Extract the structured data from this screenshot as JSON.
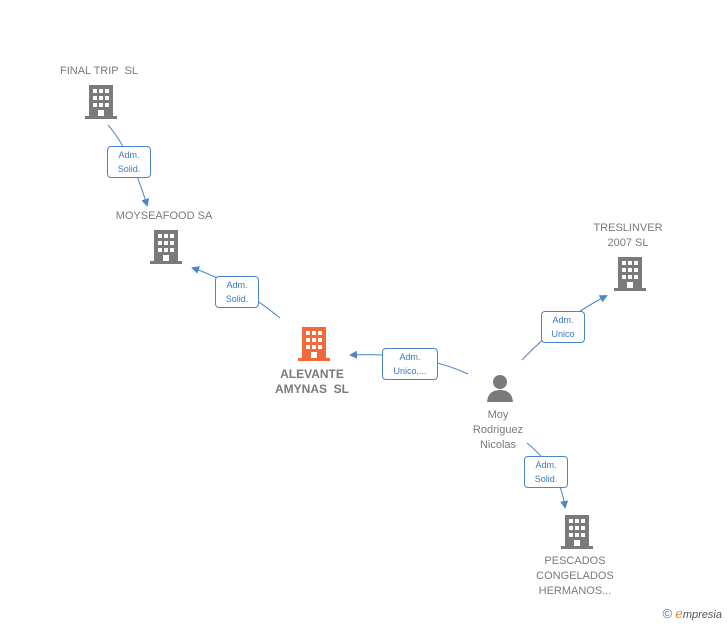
{
  "nodes": {
    "final_trip": {
      "label": "FINAL TRIP  SL",
      "color": "#7a7a7a"
    },
    "moyseafood": {
      "label": "MOYSEAFOOD SA",
      "color": "#7a7a7a"
    },
    "alevante": {
      "label": "ALEVANTE\nAMYNAS  SL",
      "color": "#f26a3a"
    },
    "treslinver": {
      "label": "TRESLINVER\n2007 SL",
      "color": "#7a7a7a"
    },
    "moy": {
      "label": "Moy\nRodriguez\nNicolas",
      "color": "#7a7a7a"
    },
    "pescados": {
      "label": "PESCADOS\nCONGELADOS\nHERMANOS...",
      "color": "#7a7a7a"
    }
  },
  "edges": {
    "e1": {
      "label": "Adm.\nSolid."
    },
    "e2": {
      "label": "Adm.\nSolid."
    },
    "e3": {
      "label": "Adm.\nUnico,..."
    },
    "e4": {
      "label": "Adm.\nUnico"
    },
    "e5": {
      "label": "Adm.\nSolid."
    }
  },
  "watermark": {
    "copyright": "©",
    "brand_e": "e",
    "brand_rest": "mpresia"
  },
  "colors": {
    "edge": "#4a86c8",
    "building": "#7a7a7a",
    "focus": "#f26a3a"
  }
}
